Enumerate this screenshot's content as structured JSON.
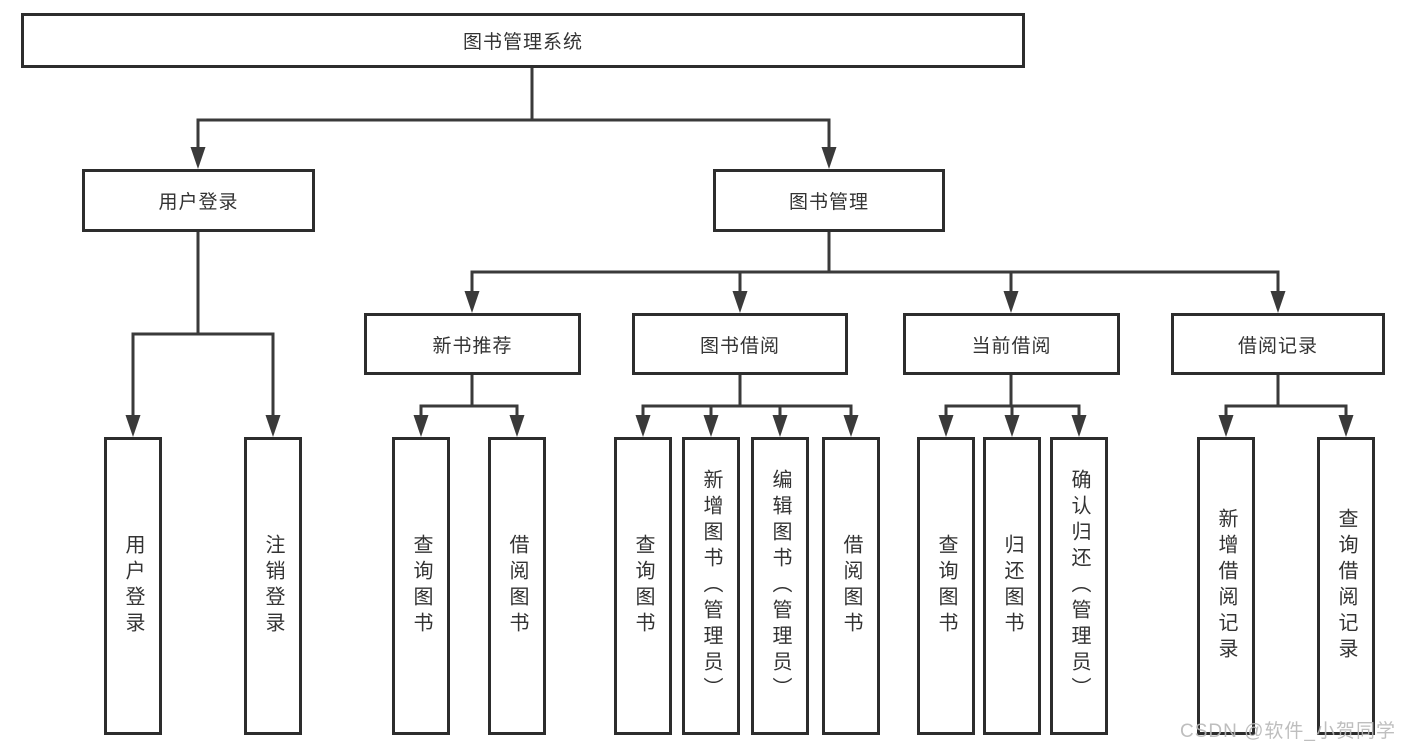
{
  "diagram_type": "hierarchy-chart",
  "tree": {
    "label": "图书管理系统",
    "children": [
      {
        "label": "用户登录",
        "children": [
          {
            "label": "用户登录"
          },
          {
            "label": "注销登录"
          }
        ]
      },
      {
        "label": "图书管理",
        "children": [
          {
            "label": "新书推荐",
            "children": [
              {
                "label": "查询图书"
              },
              {
                "label": "借阅图书"
              }
            ]
          },
          {
            "label": "图书借阅",
            "children": [
              {
                "label": "查询图书"
              },
              {
                "label": "新增图书（管理员）"
              },
              {
                "label": "编辑图书（管理员）"
              },
              {
                "label": "借阅图书"
              }
            ]
          },
          {
            "label": "当前借阅",
            "children": [
              {
                "label": "查询图书"
              },
              {
                "label": "归还图书"
              },
              {
                "label": "确认归还（管理员）"
              }
            ]
          },
          {
            "label": "借阅记录",
            "children": [
              {
                "label": "新增借阅记录"
              },
              {
                "label": "查询借阅记录"
              }
            ]
          }
        ]
      }
    ]
  },
  "watermark": {
    "text": "CSDN @软件_小贺同学"
  },
  "colors": {
    "line": "#3a3a3a",
    "box_border": "#2d2d2d",
    "box_fill": "#ffffff",
    "text": "#333333",
    "watermark": "#b9b9b9",
    "background": "#ffffff"
  }
}
